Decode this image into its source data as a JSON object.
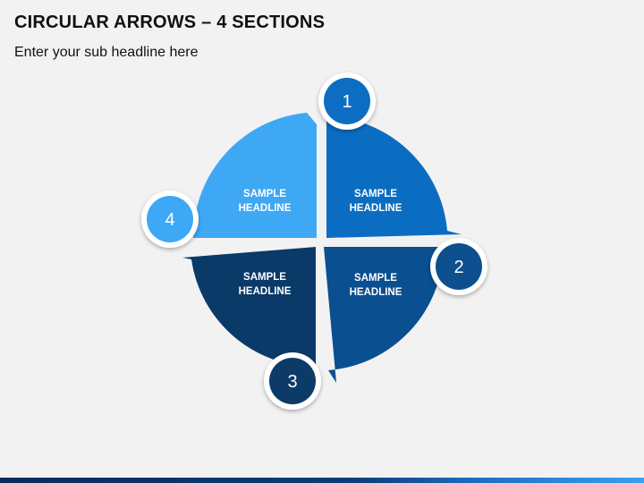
{
  "header": {
    "title": "CIRCULAR ARROWS – 4 SECTIONS",
    "subtitle": "Enter your sub headline here"
  },
  "sections": [
    {
      "number": "1",
      "line1": "SAMPLE",
      "line2": "HEADLINE",
      "color": "#0a6dc2"
    },
    {
      "number": "2",
      "line1": "SAMPLE",
      "line2": "HEADLINE",
      "color": "#0a4f8f"
    },
    {
      "number": "3",
      "line1": "SAMPLE",
      "line2": "HEADLINE",
      "color": "#0a3a68"
    },
    {
      "number": "4",
      "line1": "SAMPLE",
      "line2": "HEADLINE",
      "color": "#3ea8f5"
    }
  ]
}
